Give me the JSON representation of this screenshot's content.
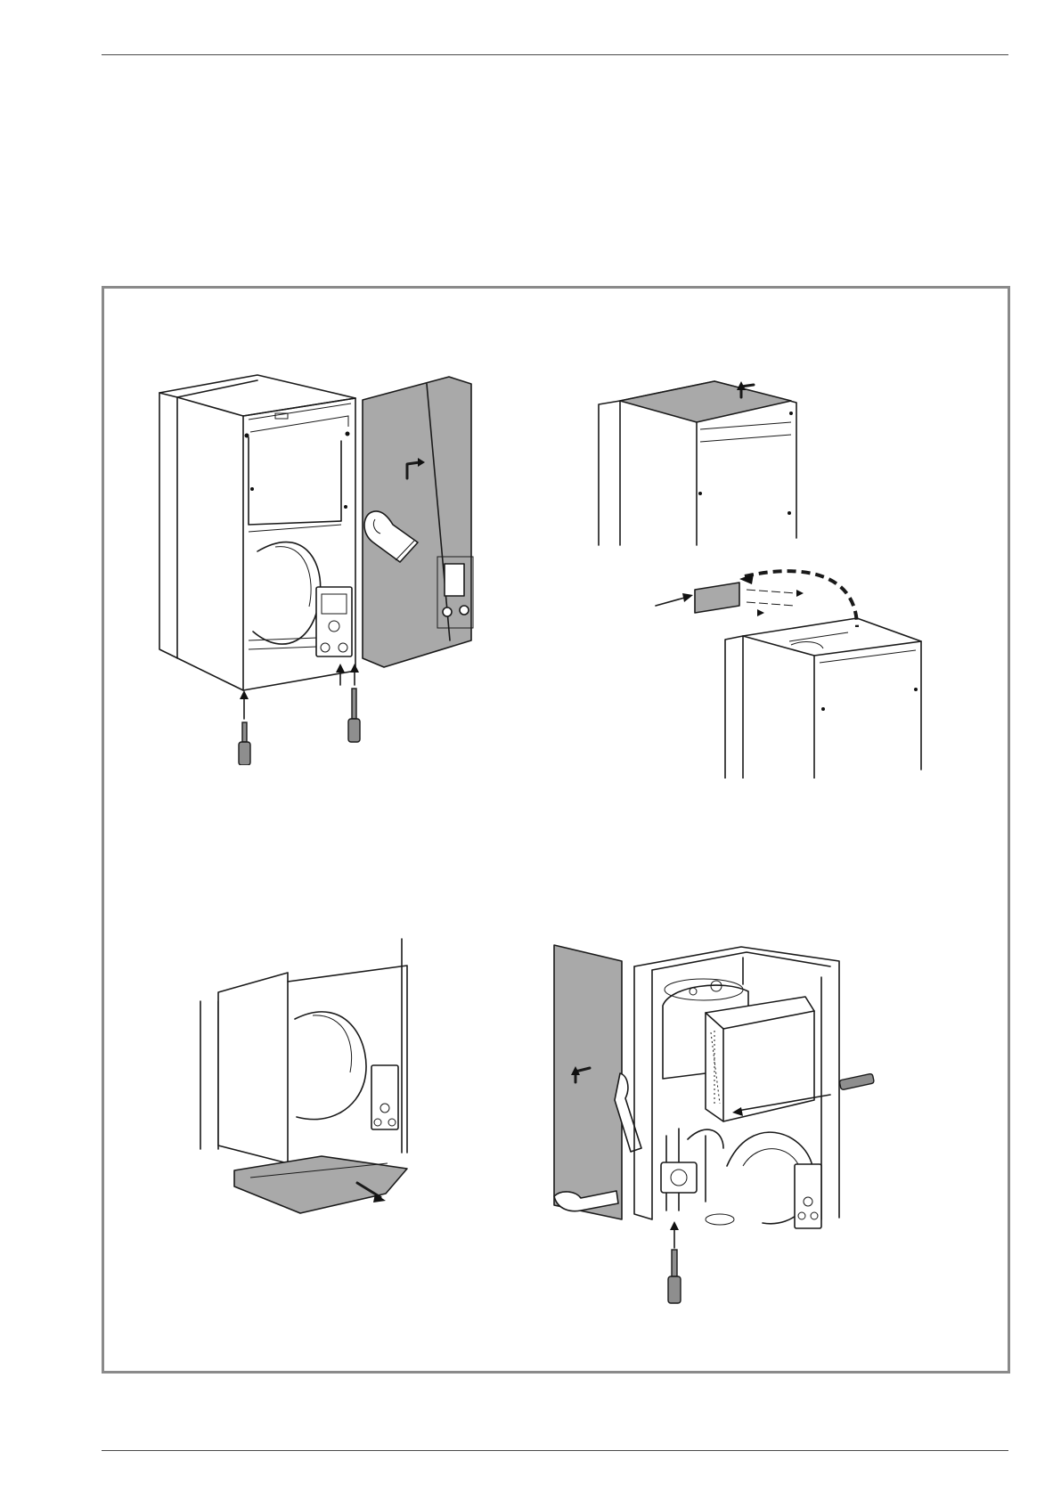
{
  "page": {
    "header_rule": true,
    "footer_rule": true
  },
  "figure": {
    "steps": [
      {
        "id": "step-1",
        "icon": "front-panel-removal"
      },
      {
        "id": "step-2",
        "icon": "top-panel-removal"
      },
      {
        "id": "step-3",
        "icon": "bottom-panel-removal"
      },
      {
        "id": "step-4",
        "icon": "side-panel-removal"
      }
    ],
    "colors": {
      "frame": "#8a8a8a",
      "panel": "#a9a9a9",
      "line": "#1a1a1a"
    }
  }
}
